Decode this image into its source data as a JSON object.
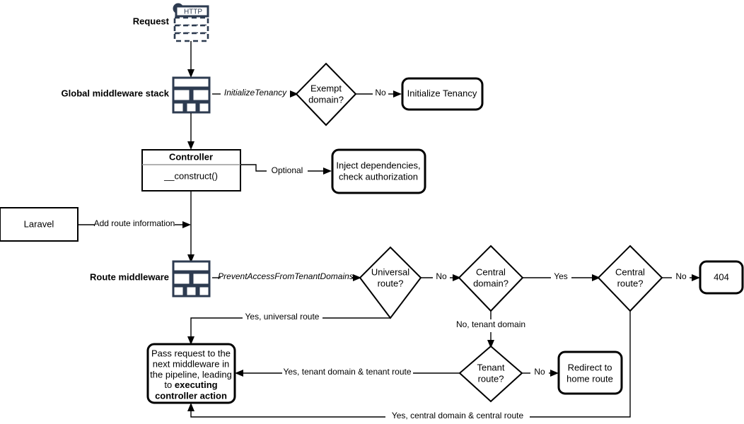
{
  "diagram": {
    "title": "Laravel multi-tenancy request lifecycle flowchart",
    "colors": {
      "stroke": "#000000",
      "icon_stroke": "#2d3b50",
      "background": "#ffffff",
      "divider": "#999999"
    },
    "side_labels": {
      "request": "Request",
      "global_middleware_stack": "Global middleware stack",
      "route_middleware": "Route middleware"
    },
    "icons": {
      "http_request": {
        "name": "http-request-icon",
        "label": "HTTP"
      },
      "global_stack": {
        "name": "middleware-stack-icon"
      },
      "route_stack": {
        "name": "middleware-stack-icon"
      }
    },
    "nodes": {
      "exempt_domain": "Exempt\ndomain?",
      "exempt_domain_line1": "Exempt",
      "exempt_domain_line2": "domain?",
      "initialize_tenancy": "Initialize Tenancy",
      "controller_title": "Controller",
      "controller_method": "__construct()",
      "inject_dependencies_line1": "Inject dependencies,",
      "inject_dependencies_line2": "check authorization",
      "laravel": "Laravel",
      "universal_route_line1": "Universal",
      "universal_route_line2": "route?",
      "central_domain_line1": "Central",
      "central_domain_line2": "domain?",
      "central_route_line1": "Central",
      "central_route_line2": "route?",
      "not_found": "404",
      "tenant_route_line1": "Tenant",
      "tenant_route_line2": "route?",
      "redirect_home_line1": "Redirect to",
      "redirect_home_line2": "home route",
      "pass_request_line1": "Pass request to the",
      "pass_request_line2": "next middleware in",
      "pass_request_line3": "the pipeline, leading",
      "pass_request_line4_prefix": "to ",
      "pass_request_line4_bold": "executing",
      "pass_request_line5_bold": "controller action"
    },
    "edges": {
      "initialize_tenancy_label": "InitializeTenancy",
      "exempt_domain_no": "No",
      "controller_optional": "Optional",
      "laravel_add_route": "Add route information",
      "prevent_access_label": "PreventAccessFromTenantDomains",
      "universal_route_no": "No",
      "universal_route_yes": "Yes, universal route",
      "central_domain_yes": "Yes",
      "central_domain_no": "No, tenant domain",
      "central_route_no": "No",
      "central_route_yes": "Yes, central domain & central route",
      "tenant_route_no": "No",
      "tenant_route_yes": "Yes, tenant domain & tenant route"
    }
  }
}
